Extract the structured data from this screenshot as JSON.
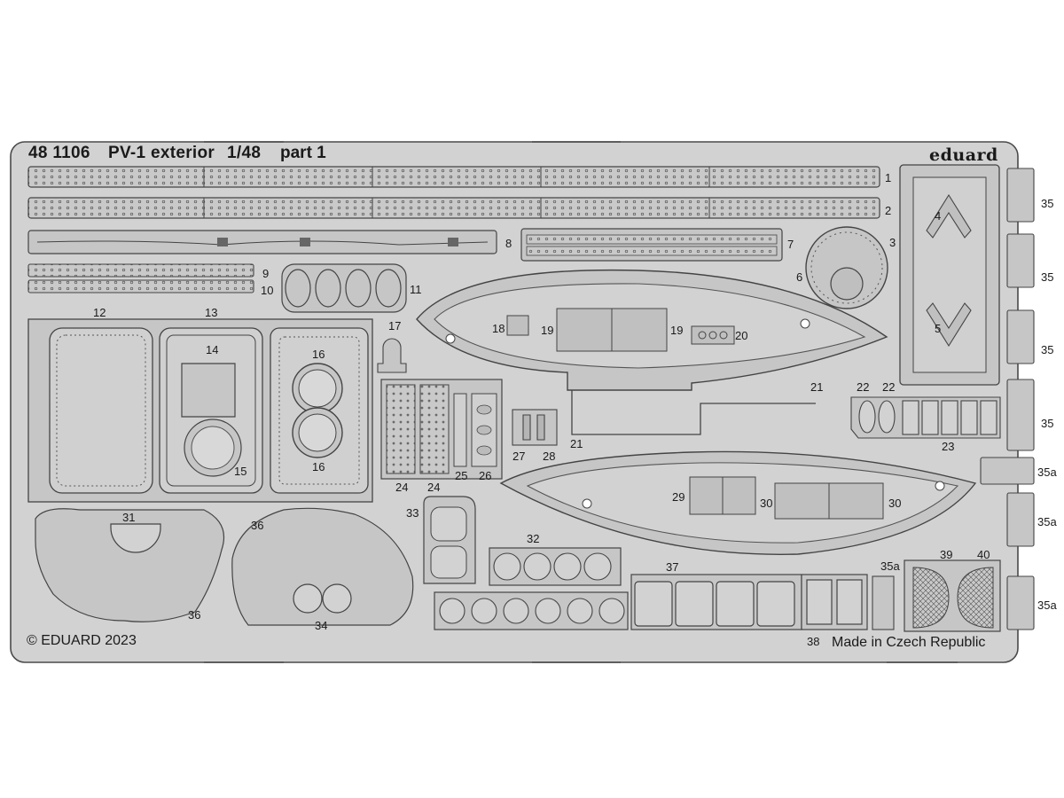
{
  "sheet": {
    "product_code": "48 1106",
    "title": "PV-1 exterior",
    "scale": "1/48",
    "part": "part 1",
    "brand": "eduard",
    "copyright": "© EDUARD 2023",
    "origin": "Made in Czech Republic"
  },
  "colors": {
    "fret": "#d2d2d2",
    "outline": "#4a4a4a",
    "part": "#c6c6c6",
    "background": "#ffffff"
  },
  "part_labels": {
    "p1": "1",
    "p2": "2",
    "p3": "3",
    "p4": "4",
    "p5": "5",
    "p6": "6",
    "p7": "7",
    "p8": "8",
    "p9": "9",
    "p10": "10",
    "p11": "11",
    "p12": "12",
    "p13": "13",
    "p14": "14",
    "p15": "15",
    "p16a": "16",
    "p16b": "16",
    "p17": "17",
    "p18": "18",
    "p19a": "19",
    "p19b": "19",
    "p20": "20",
    "p21a": "21",
    "p21b": "21",
    "p22a": "22",
    "p22b": "22",
    "p23": "23",
    "p24a": "24",
    "p24b": "24",
    "p25": "25",
    "p26": "26",
    "p27": "27",
    "p28": "28",
    "p29": "29",
    "p30a": "30",
    "p30b": "30",
    "p31": "31",
    "p32": "32",
    "p33": "33",
    "p34": "34",
    "p35a": "35",
    "p35b": "35",
    "p35c": "35",
    "p35d": "35",
    "p35e": "35a",
    "p35f": "35a",
    "p35g": "35a",
    "p35h": "35a",
    "p36a": "36",
    "p36b": "36",
    "p37": "37",
    "p38": "38",
    "p39": "39",
    "p40": "40"
  }
}
